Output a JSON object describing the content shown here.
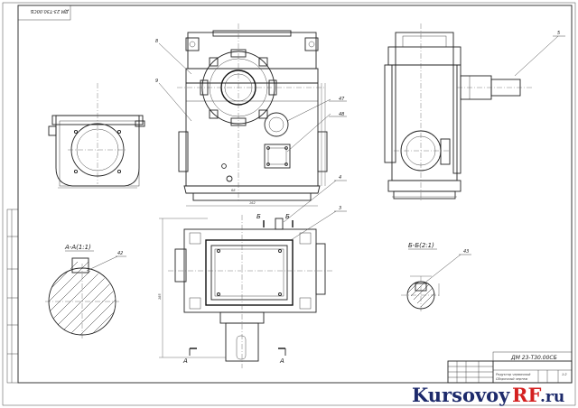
{
  "drawing": {
    "code_rotated": "ДМ 23-Т30.00СБ",
    "code": "ДМ 23-Т30.00СБ",
    "title_line1": "Редуктор червячный",
    "title_line2": "Сборочный чертеж",
    "sheet_small": "1:2"
  },
  "sections": {
    "a_label": "А-А(1:1)",
    "b_label": "Б-Б(2:1)",
    "a_mark_left": "А",
    "a_mark_right": "А",
    "b_mark_left": "Б",
    "b_mark_right": "Б"
  },
  "callouts": {
    "c8": "8",
    "c9": "9",
    "c5_side": "5",
    "c47": "47",
    "c48": "48",
    "c4": "4",
    "c3": "3",
    "c42": "42",
    "c43": "43"
  },
  "watermark": {
    "part1": "Kursovoy",
    "part2": "RF",
    "part3": ".ru"
  },
  "colors": {
    "line": "#222222",
    "brand_blue": "#1d2a6b",
    "brand_red": "#d42020"
  }
}
